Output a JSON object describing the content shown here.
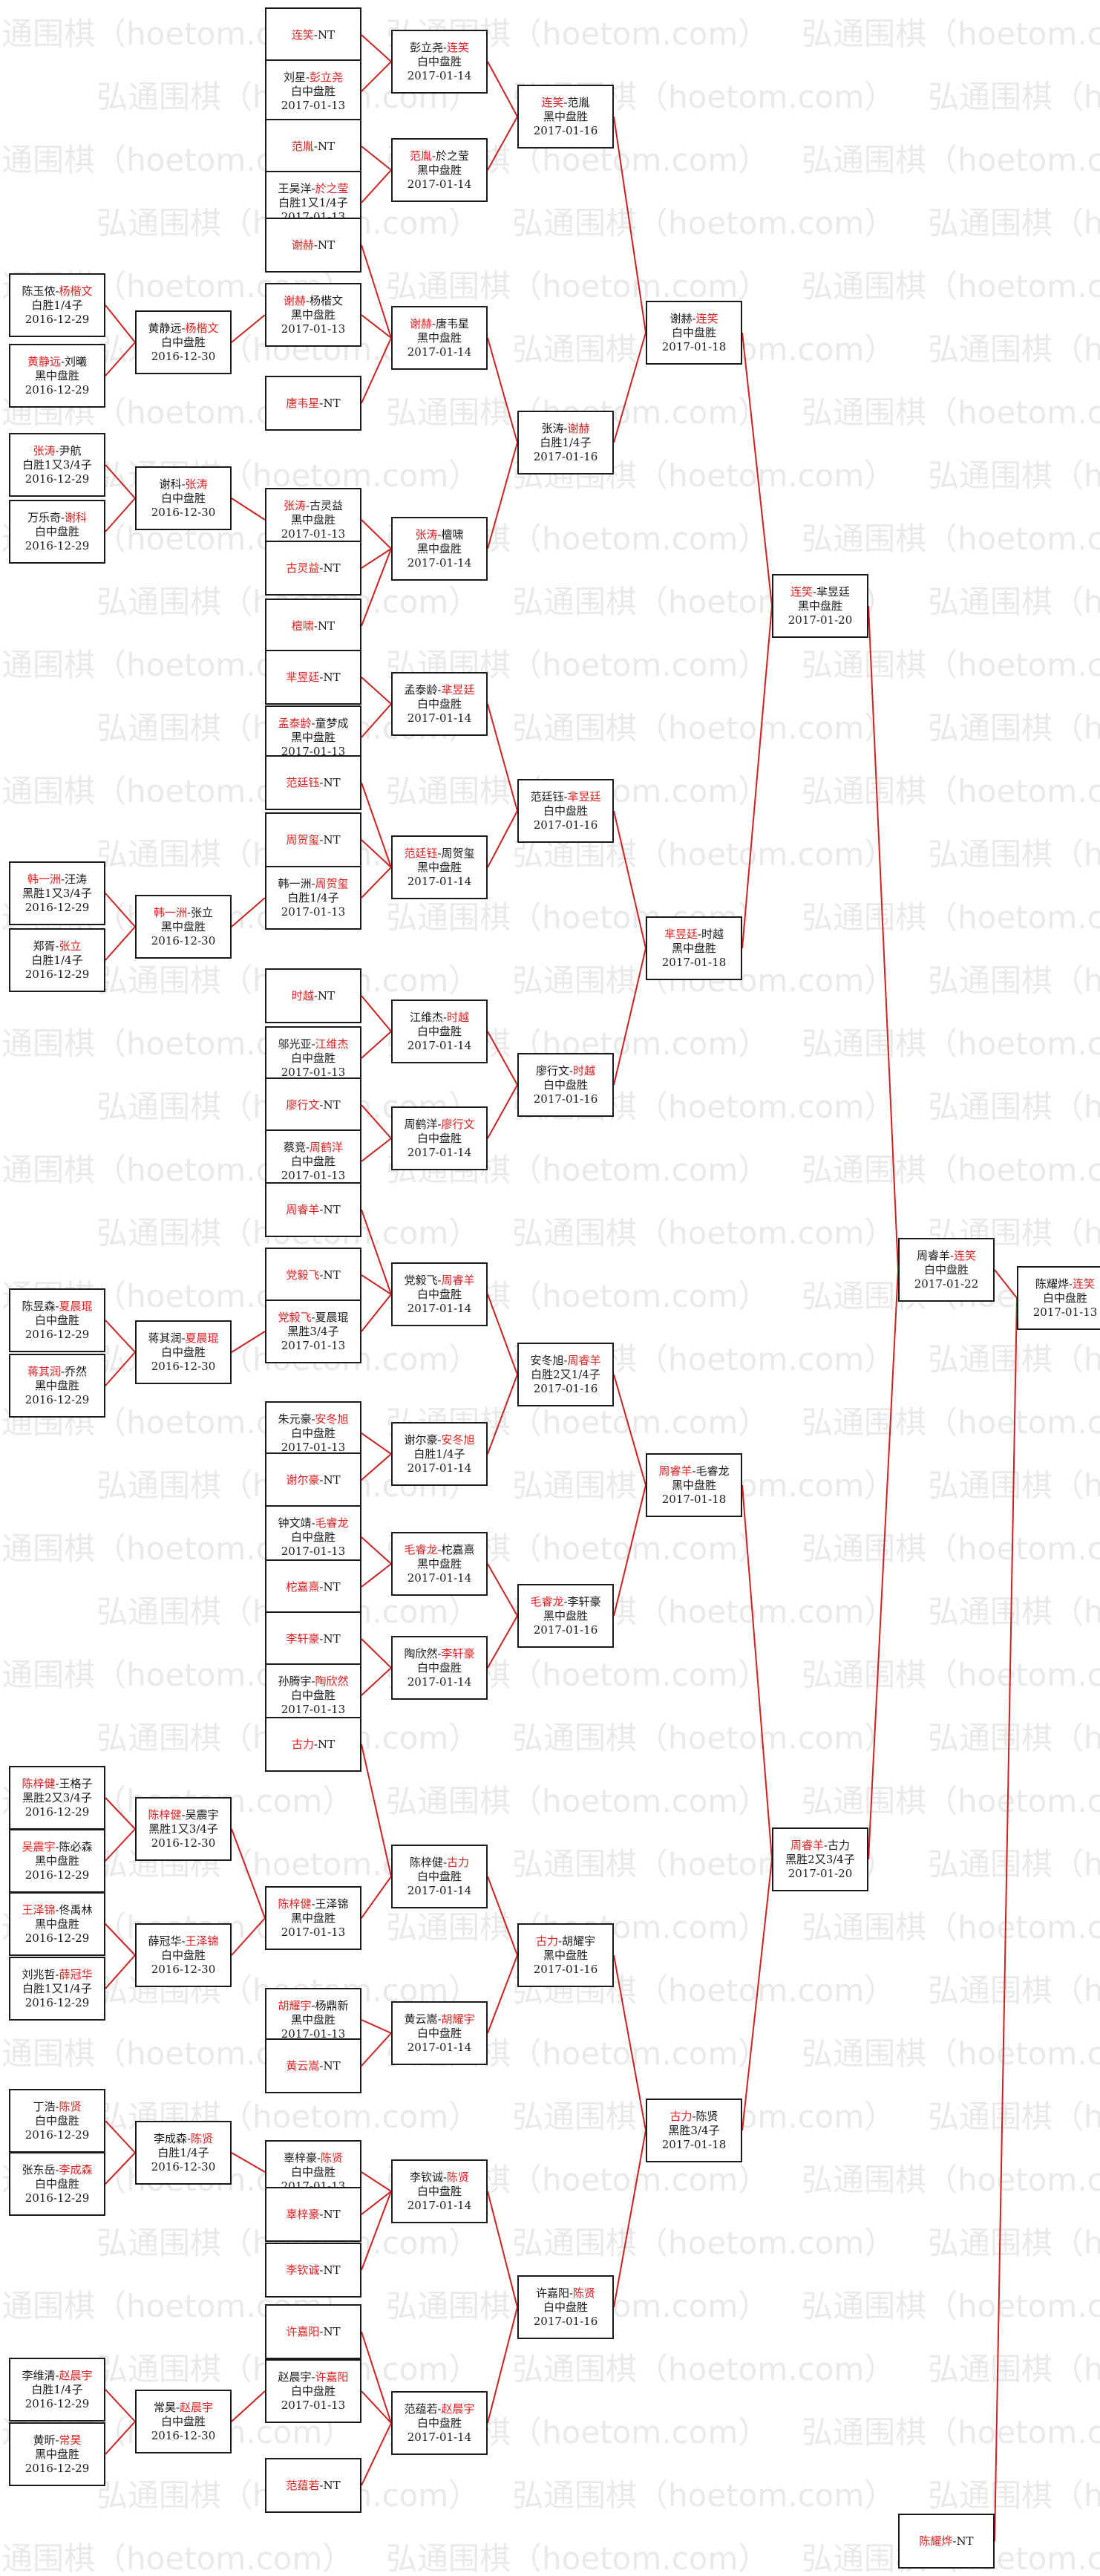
{
  "watermark": "弘通围棋（hoetom.com）",
  "colors": {
    "winner": "#e02020",
    "line": "#cc2222",
    "text": "#1a1a1a"
  },
  "bracket": {
    "r1": [
      {
        "a": "陈玉侬",
        "b": "杨楷文",
        "w": "b",
        "res": "白胜1/4子",
        "date": "2016-12-29"
      },
      {
        "a": "黄静远",
        "b": "刘曦",
        "w": "a",
        "res": "黑中盘胜",
        "date": "2016-12-29"
      },
      {
        "a": "张涛",
        "b": "尹航",
        "w": "a",
        "res": "白胜1又3/4子",
        "date": "2016-12-29"
      },
      {
        "a": "万乐奇",
        "b": "谢科",
        "w": "b",
        "res": "白中盘胜",
        "date": "2016-12-29"
      },
      {
        "a": "韩一洲",
        "b": "汪涛",
        "w": "a",
        "res": "黑胜1又3/4子",
        "date": "2016-12-29"
      },
      {
        "a": "郑胥",
        "b": "张立",
        "w": "b",
        "res": "白胜1/4子",
        "date": "2016-12-29"
      },
      {
        "a": "陈昱森",
        "b": "夏晨琨",
        "w": "b",
        "res": "白中盘胜",
        "date": "2016-12-29"
      },
      {
        "a": "蒋其润",
        "b": "乔然",
        "w": "a",
        "res": "黑中盘胜",
        "date": "2016-12-29"
      },
      {
        "a": "陈梓健",
        "b": "王格子",
        "w": "a",
        "res": "黑胜2又3/4子",
        "date": "2016-12-29"
      },
      {
        "a": "吴震宇",
        "b": "陈必森",
        "w": "a",
        "res": "黑中盘胜",
        "date": "2016-12-29"
      },
      {
        "a": "王泽锦",
        "b": "佟禹林",
        "w": "a",
        "res": "黑中盘胜",
        "date": "2016-12-29"
      },
      {
        "a": "刘兆哲",
        "b": "薛冠华",
        "w": "b",
        "res": "白胜1又1/4子",
        "date": "2016-12-29"
      },
      {
        "a": "丁浩",
        "b": "陈贤",
        "w": "b",
        "res": "白中盘胜",
        "date": "2016-12-29"
      },
      {
        "a": "张东岳",
        "b": "李成森",
        "w": "b",
        "res": "白中盘胜",
        "date": "2016-12-29"
      },
      {
        "a": "李维清",
        "b": "赵晨宇",
        "w": "b",
        "res": "白胜1/4子",
        "date": "2016-12-29"
      },
      {
        "a": "黄昕",
        "b": "常昊",
        "w": "b",
        "res": "黑中盘胜",
        "date": "2016-12-29"
      }
    ],
    "r2": [
      {
        "a": "黄静远",
        "b": "杨楷文",
        "w": "b",
        "res": "白中盘胜",
        "date": "2016-12-30"
      },
      {
        "a": "谢科",
        "b": "张涛",
        "w": "b",
        "res": "白中盘胜",
        "date": "2016-12-30"
      },
      {
        "a": "韩一洲",
        "b": "张立",
        "w": "a",
        "res": "黑中盘胜",
        "date": "2016-12-30"
      },
      {
        "a": "蒋其润",
        "b": "夏晨琨",
        "w": "b",
        "res": "白中盘胜",
        "date": "2016-12-30"
      },
      {
        "a": "陈梓健",
        "b": "吴震宇",
        "w": "a",
        "res": "黑胜1又3/4子",
        "date": "2016-12-30"
      },
      {
        "a": "薛冠华",
        "b": "王泽锦",
        "w": "b",
        "res": "白中盘胜",
        "date": "2016-12-30"
      },
      {
        "a": "李成森",
        "b": "陈贤",
        "w": "b",
        "res": "白胜1/4子",
        "date": "2016-12-30"
      },
      {
        "a": "常昊",
        "b": "赵晨宇",
        "w": "b",
        "res": "白中盘胜",
        "date": "2016-12-30"
      }
    ],
    "r3": [
      {
        "a": "连笑",
        "b": "NT",
        "w": "a"
      },
      {
        "a": "刘星",
        "b": "彭立尧",
        "w": "b",
        "res": "白中盘胜",
        "date": "2017-01-13"
      },
      {
        "a": "范胤",
        "b": "NT",
        "w": "a"
      },
      {
        "a": "王昊洋",
        "b": "於之莹",
        "w": "b",
        "res": "白胜1又1/4子",
        "date": "2017-01-13"
      },
      {
        "a": "谢赫",
        "b": "NT",
        "w": "a"
      },
      {
        "a": "谢赫",
        "b": "杨楷文",
        "w": "a",
        "res": "黑中盘胜",
        "date": "2017-01-13"
      },
      {
        "a": "唐韦星",
        "b": "NT",
        "w": "a"
      },
      {
        "a": "张涛",
        "b": "古灵益",
        "w": "a",
        "res": "黑中盘胜",
        "date": "2017-01-13"
      },
      {
        "a": "古灵益",
        "b": "NT",
        "w": "a"
      },
      {
        "a": "檀啸",
        "b": "NT",
        "w": "a"
      },
      {
        "a": "芈昱廷",
        "b": "NT",
        "w": "a"
      },
      {
        "a": "孟泰龄",
        "b": "童梦成",
        "w": "a",
        "res": "黑中盘胜",
        "date": "2017-01-13"
      },
      {
        "a": "范廷钰",
        "b": "NT",
        "w": "a"
      },
      {
        "a": "周贺玺",
        "b": "NT",
        "w": "a"
      },
      {
        "a": "韩一洲",
        "b": "周贺玺",
        "w": "b",
        "res": "白胜1/4子",
        "date": "2017-01-13"
      },
      {
        "a": "时越",
        "b": "NT",
        "w": "a"
      },
      {
        "a": "邬光亚",
        "b": "江维杰",
        "w": "b",
        "res": "白中盘胜",
        "date": "2017-01-13"
      },
      {
        "a": "廖行文",
        "b": "NT",
        "w": "a"
      },
      {
        "a": "蔡竞",
        "b": "周鹤洋",
        "w": "b",
        "res": "白中盘胜",
        "date": "2017-01-13"
      },
      {
        "a": "周睿羊",
        "b": "NT",
        "w": "a"
      },
      {
        "a": "党毅飞",
        "b": "NT",
        "w": "a"
      },
      {
        "a": "党毅飞",
        "b": "夏晨琨",
        "w": "a",
        "res": "黑胜3/4子",
        "date": "2017-01-13"
      },
      {
        "a": "朱元豪",
        "b": "安冬旭",
        "w": "b",
        "res": "白中盘胜",
        "date": "2017-01-13"
      },
      {
        "a": "谢尔豪",
        "b": "NT",
        "w": "a"
      },
      {
        "a": "钟文靖",
        "b": "毛睿龙",
        "w": "b",
        "res": "白中盘胜",
        "date": "2017-01-13"
      },
      {
        "a": "柁嘉熹",
        "b": "NT",
        "w": "a"
      },
      {
        "a": "李轩豪",
        "b": "NT",
        "w": "a"
      },
      {
        "a": "孙腾宇",
        "b": "陶欣然",
        "w": "b",
        "res": "白中盘胜",
        "date": "2017-01-13"
      },
      {
        "a": "古力",
        "b": "NT",
        "w": "a"
      },
      {
        "a": "陈梓健",
        "b": "王泽锦",
        "w": "a",
        "res": "黑中盘胜",
        "date": "2017-01-13"
      },
      {
        "a": "胡耀宇",
        "b": "杨鼎新",
        "w": "a",
        "res": "黑中盘胜",
        "date": "2017-01-13"
      },
      {
        "a": "黄云嵩",
        "b": "NT",
        "w": "a"
      },
      {
        "a": "辜梓豪",
        "b": "陈贤",
        "w": "b",
        "res": "白中盘胜",
        "date": "2017-01-13"
      },
      {
        "a": "辜梓豪",
        "b": "NT",
        "w": "a"
      },
      {
        "a": "李钦诚",
        "b": "NT",
        "w": "a"
      },
      {
        "a": "许嘉阳",
        "b": "NT",
        "w": "a"
      },
      {
        "a": "赵晨宇",
        "b": "许嘉阳",
        "w": "b",
        "res": "白中盘胜",
        "date": "2017-01-13"
      },
      {
        "a": "范蕴若",
        "b": "NT",
        "w": "a"
      }
    ],
    "r4": [
      {
        "a": "彭立尧",
        "b": "连笑",
        "w": "b",
        "res": "白中盘胜",
        "date": "2017-01-14"
      },
      {
        "a": "范胤",
        "b": "於之莹",
        "w": "a",
        "res": "黑中盘胜",
        "date": "2017-01-14"
      },
      {
        "a": "谢赫",
        "b": "唐韦星",
        "w": "a",
        "res": "黑中盘胜",
        "date": "2017-01-14"
      },
      {
        "a": "张涛",
        "b": "檀啸",
        "w": "a",
        "res": "黑中盘胜",
        "date": "2017-01-14"
      },
      {
        "a": "孟泰龄",
        "b": "芈昱廷",
        "w": "b",
        "res": "白中盘胜",
        "date": "2017-01-14"
      },
      {
        "a": "范廷钰",
        "b": "周贺玺",
        "w": "a",
        "res": "黑中盘胜",
        "date": "2017-01-14"
      },
      {
        "a": "江维杰",
        "b": "时越",
        "w": "b",
        "res": "白中盘胜",
        "date": "2017-01-14"
      },
      {
        "a": "周鹤洋",
        "b": "廖行文",
        "w": "b",
        "res": "白中盘胜",
        "date": "2017-01-14"
      },
      {
        "a": "党毅飞",
        "b": "周睿羊",
        "w": "b",
        "res": "白中盘胜",
        "date": "2017-01-14"
      },
      {
        "a": "谢尔豪",
        "b": "安冬旭",
        "w": "b",
        "res": "白胜1/4子",
        "date": "2017-01-14"
      },
      {
        "a": "毛睿龙",
        "b": "柁嘉熹",
        "w": "a",
        "res": "黑中盘胜",
        "date": "2017-01-14"
      },
      {
        "a": "陶欣然",
        "b": "李轩豪",
        "w": "b",
        "res": "白中盘胜",
        "date": "2017-01-14"
      },
      {
        "a": "陈梓健",
        "b": "古力",
        "w": "b",
        "res": "白中盘胜",
        "date": "2017-01-14"
      },
      {
        "a": "黄云嵩",
        "b": "胡耀宇",
        "w": "b",
        "res": "白中盘胜",
        "date": "2017-01-14"
      },
      {
        "a": "李钦诚",
        "b": "陈贤",
        "w": "b",
        "res": "白中盘胜",
        "date": "2017-01-14"
      },
      {
        "a": "范蕴若",
        "b": "赵晨宇",
        "w": "b",
        "res": "白中盘胜",
        "date": "2017-01-14"
      }
    ],
    "r5": [
      {
        "a": "连笑",
        "b": "范胤",
        "w": "a",
        "res": "黑中盘胜",
        "date": "2017-01-16"
      },
      {
        "a": "张涛",
        "b": "谢赫",
        "w": "b",
        "res": "白胜1/4子",
        "date": "2017-01-16"
      },
      {
        "a": "范廷钰",
        "b": "芈昱廷",
        "w": "b",
        "res": "白中盘胜",
        "date": "2017-01-16"
      },
      {
        "a": "廖行文",
        "b": "时越",
        "w": "b",
        "res": "白中盘胜",
        "date": "2017-01-16"
      },
      {
        "a": "安冬旭",
        "b": "周睿羊",
        "w": "b",
        "res": "白胜2又1/4子",
        "date": "2017-01-16"
      },
      {
        "a": "毛睿龙",
        "b": "李轩豪",
        "w": "a",
        "res": "黑中盘胜",
        "date": "2017-01-16"
      },
      {
        "a": "古力",
        "b": "胡耀宇",
        "w": "a",
        "res": "黑中盘胜",
        "date": "2017-01-16"
      },
      {
        "a": "许嘉阳",
        "b": "陈贤",
        "w": "b",
        "res": "白中盘胜",
        "date": "2017-01-16"
      }
    ],
    "r6": [
      {
        "a": "谢赫",
        "b": "连笑",
        "w": "b",
        "res": "白中盘胜",
        "date": "2017-01-18"
      },
      {
        "a": "芈昱廷",
        "b": "时越",
        "w": "a",
        "res": "黑中盘胜",
        "date": "2017-01-18"
      },
      {
        "a": "周睿羊",
        "b": "毛睿龙",
        "w": "a",
        "res": "黑中盘胜",
        "date": "2017-01-18"
      },
      {
        "a": "古力",
        "b": "陈贤",
        "w": "a",
        "res": "黑胜3/4子",
        "date": "2017-01-18"
      }
    ],
    "r7": [
      {
        "a": "连笑",
        "b": "芈昱廷",
        "w": "a",
        "res": "黑中盘胜",
        "date": "2017-01-20"
      },
      {
        "a": "周睿羊",
        "b": "古力",
        "w": "a",
        "res": "黑胜2又3/4子",
        "date": "2017-01-20"
      }
    ],
    "r8": [
      {
        "a": "周睿羊",
        "b": "连笑",
        "w": "b",
        "res": "白中盘胜",
        "date": "2017-01-22"
      },
      {
        "a": "陈耀烨",
        "b": "NT",
        "w": "a"
      }
    ],
    "r9": [
      {
        "a": "陈耀烨",
        "b": "连笑",
        "w": "b",
        "res": "白中盘胜",
        "date": "2017-01-13"
      }
    ]
  }
}
